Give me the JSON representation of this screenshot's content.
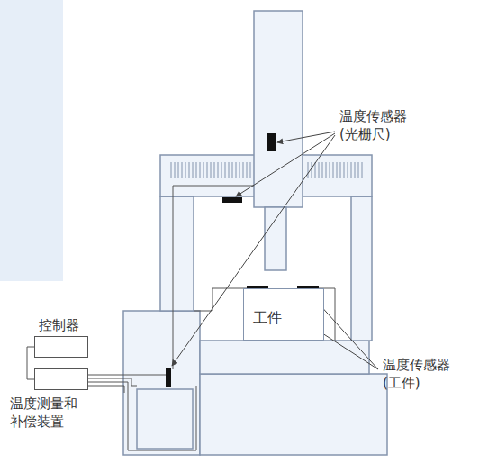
{
  "diagram": {
    "nodes": [
      {
        "text": [
          "工件"
        ]
      },
      {
        "text": [
          "控制器"
        ]
      },
      {
        "text": [
          "温度测量和 补偿装置"
        ]
      }
    ],
    "edges": [
      {
        "from": 1,
        "to": 2,
        "arrow": "none"
      }
    ],
    "labels": [
      "温度传感器 (光栅尺)",
      "温度传感器 (工件)"
    ]
  }
}
